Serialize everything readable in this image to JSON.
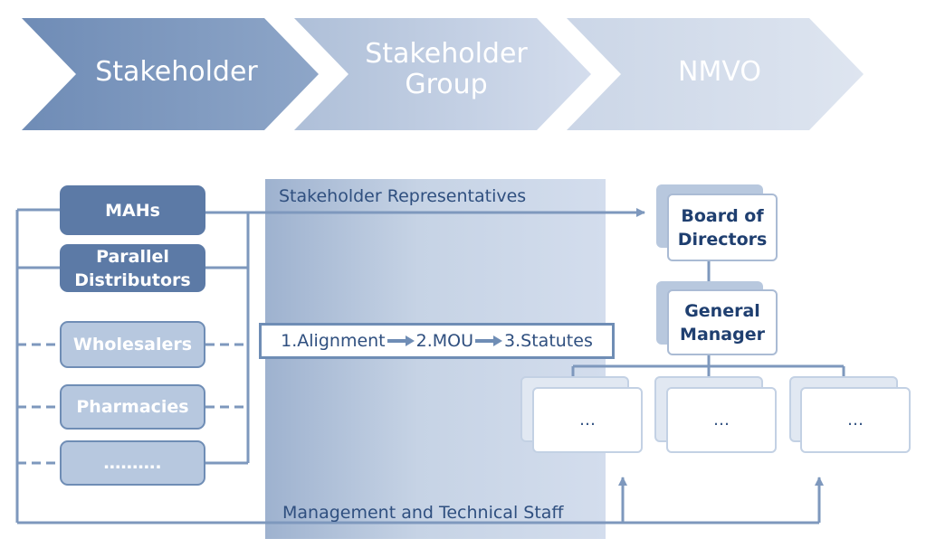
{
  "colors": {
    "dark": "#5c7aa6",
    "light": "#b7c8df",
    "line": "#6f8db5",
    "text": "#2f4f7f",
    "org_text": "#1f3f70"
  },
  "header": {
    "steps": [
      {
        "label": "Stakeholder"
      },
      {
        "label": "Stakeholder\nGroup"
      },
      {
        "label": "NMVO"
      }
    ]
  },
  "stakeholders": {
    "mahs": "MAHs",
    "parallel": "Parallel\nDistributors",
    "wholesalers": "Wholesalers",
    "pharmacies": "Pharmacies",
    "more": "………."
  },
  "middle": {
    "representatives": "Stakeholder Representatives",
    "process": [
      {
        "label": "1.Alignment"
      },
      {
        "label": "2.MOU"
      },
      {
        "label": "3.Statutes"
      }
    ],
    "staff": "Management and Technical Staff"
  },
  "org": {
    "board": "Board of\nDirectors",
    "gm": "General\nManager",
    "units": [
      "…",
      "…",
      "…"
    ]
  }
}
